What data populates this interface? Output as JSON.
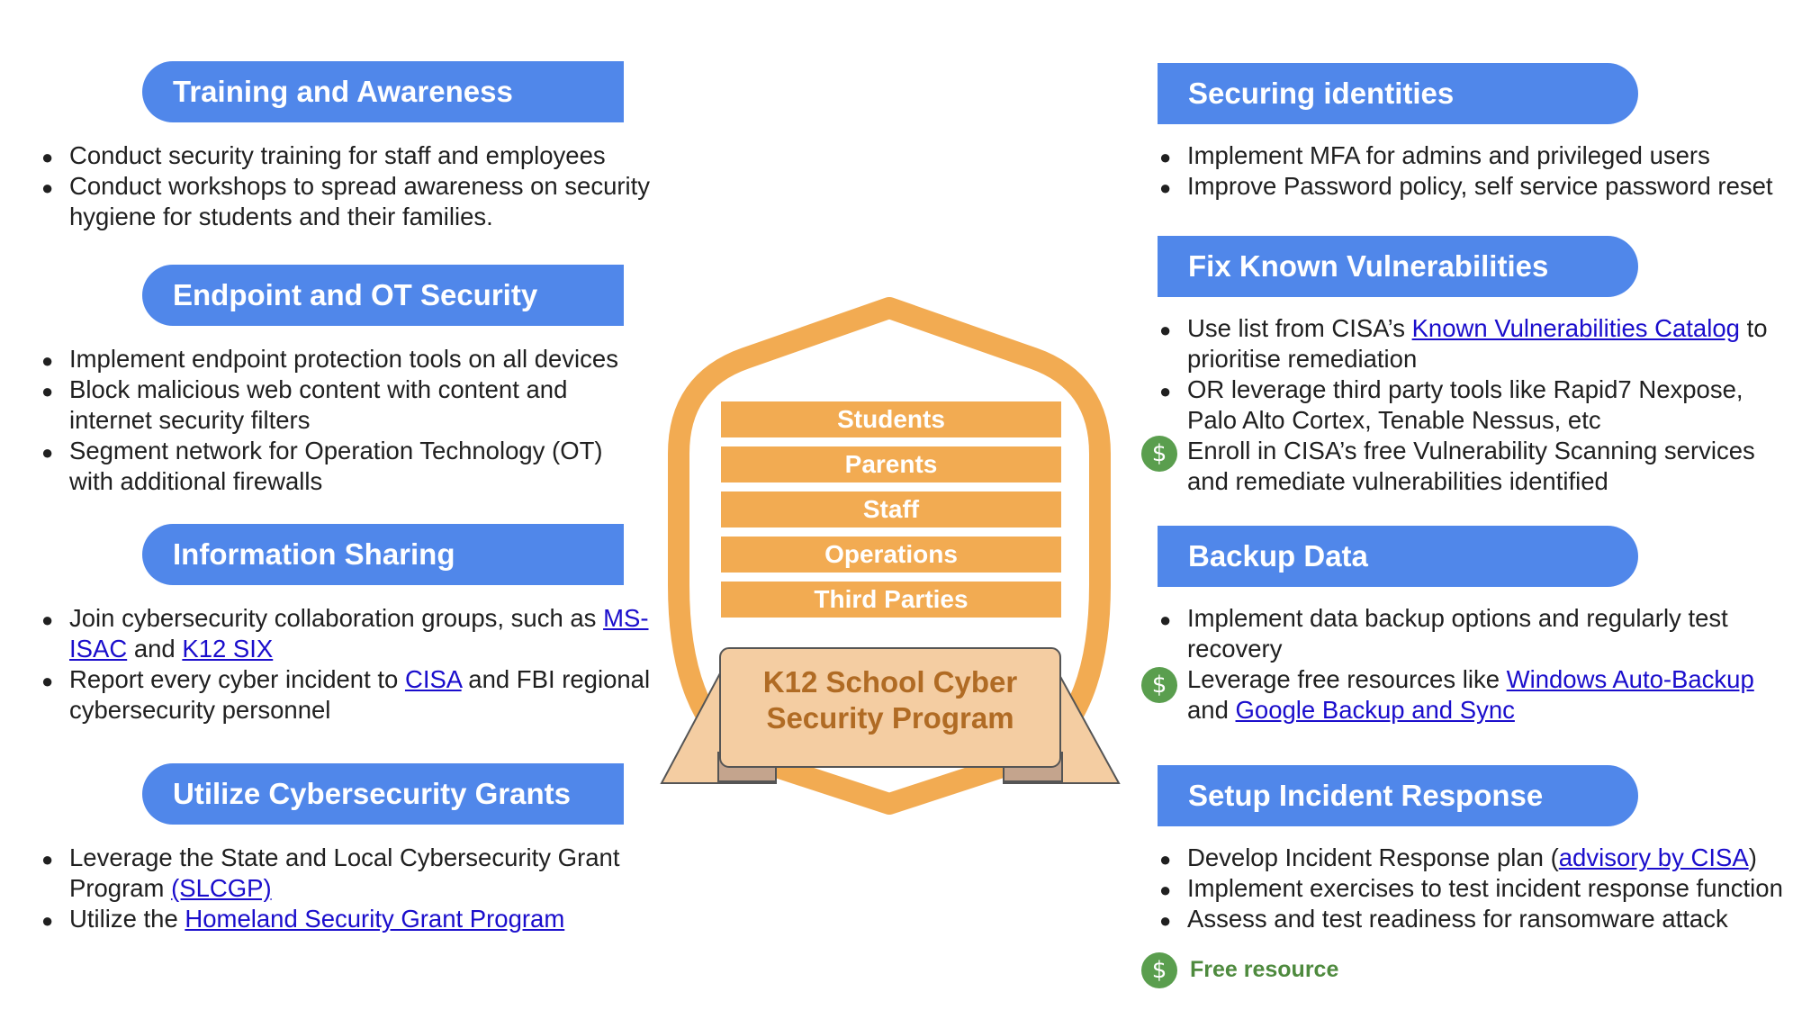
{
  "left": [
    {
      "title": "Training and Awareness",
      "items": [
        [
          {
            "t": "Conduct security training for staff and employees"
          }
        ],
        [
          {
            "t": "Conduct workshops to spread awareness on security hygiene for students and their families."
          }
        ]
      ]
    },
    {
      "title": "Endpoint and OT Security",
      "items": [
        [
          {
            "t": "Implement endpoint protection tools on all devices"
          }
        ],
        [
          {
            "t": "Block malicious web content with content and internet security filters"
          }
        ],
        [
          {
            "t": "Segment network for Operation Technology (OT) with additional firewalls"
          }
        ]
      ]
    },
    {
      "title": "Information Sharing",
      "items": [
        [
          {
            "t": "Join cybersecurity collaboration groups, such as "
          },
          {
            "t": "MS-ISAC",
            "link": true
          },
          {
            "t": " and "
          },
          {
            "t": "K12 SIX",
            "link": true
          }
        ],
        [
          {
            "t": "Report every cyber incident to "
          },
          {
            "t": "CISA",
            "link": true
          },
          {
            "t": " and FBI regional cybersecurity personnel"
          }
        ]
      ]
    },
    {
      "title": "Utilize Cybersecurity Grants",
      "items": [
        [
          {
            "t": "Leverage the State and Local Cybersecurity Grant Program "
          },
          {
            "t": "(SLCGP)",
            "link": true
          }
        ],
        [
          {
            "t": "Utilize the "
          },
          {
            "t": "Homeland Security Grant Program",
            "link": true
          }
        ]
      ]
    }
  ],
  "right": [
    {
      "title": "Securing identities",
      "items": [
        [
          {
            "t": "Implement MFA for admins and privileged users"
          }
        ],
        [
          {
            "t": "Improve Password policy, self service password reset"
          }
        ]
      ]
    },
    {
      "title": "Fix Known Vulnerabilities",
      "items": [
        [
          {
            "t": "Use list from CISA’s "
          },
          {
            "t": "Known Vulnerabilities Catalog",
            "link": true
          },
          {
            "t": " to prioritise remediation"
          }
        ],
        [
          {
            "t": "OR leverage third party tools like Rapid7 Nexpose, Palo Alto Cortex, Tenable Nessus, etc"
          }
        ],
        [
          {
            "t": "Enroll in CISA’s free Vulnerability Scanning services and remediate vulnerabilities identified"
          }
        ]
      ]
    },
    {
      "title": "Backup Data",
      "items": [
        [
          {
            "t": "Implement data backup options and regularly test recovery"
          }
        ],
        [
          {
            "t": "Leverage free resources like "
          },
          {
            "t": "Windows Auto-Backup",
            "link": true
          },
          {
            "t": " and "
          },
          {
            "t": "Google Backup and Sync",
            "link": true
          }
        ]
      ]
    },
    {
      "title": "Setup Incident Response",
      "items": [
        [
          {
            "t": "Develop Incident Response plan ("
          },
          {
            "t": "advisory by CISA",
            "link": true
          },
          {
            "t": ")"
          }
        ],
        [
          {
            "t": "Implement exercises to test incident response function"
          }
        ],
        [
          {
            "t": "Assess and test readiness for ransomware attack"
          }
        ]
      ]
    }
  ],
  "shield": {
    "layers": [
      "Students",
      "Parents",
      "Staff",
      "Operations",
      "Third Parties"
    ],
    "banner_line1": "K12 School Cyber",
    "banner_line2": "Security Program"
  },
  "free_icon": "dollar-icon",
  "legend": {
    "label": "Free resource"
  },
  "colors": {
    "header_blue": "#5087EA",
    "shield_orange": "#F2AB52",
    "banner_fill": "#F4CDA2",
    "banner_text": "#B06B24",
    "free_green": "#5A9E4E",
    "link_blue": "#1a0dcc"
  }
}
